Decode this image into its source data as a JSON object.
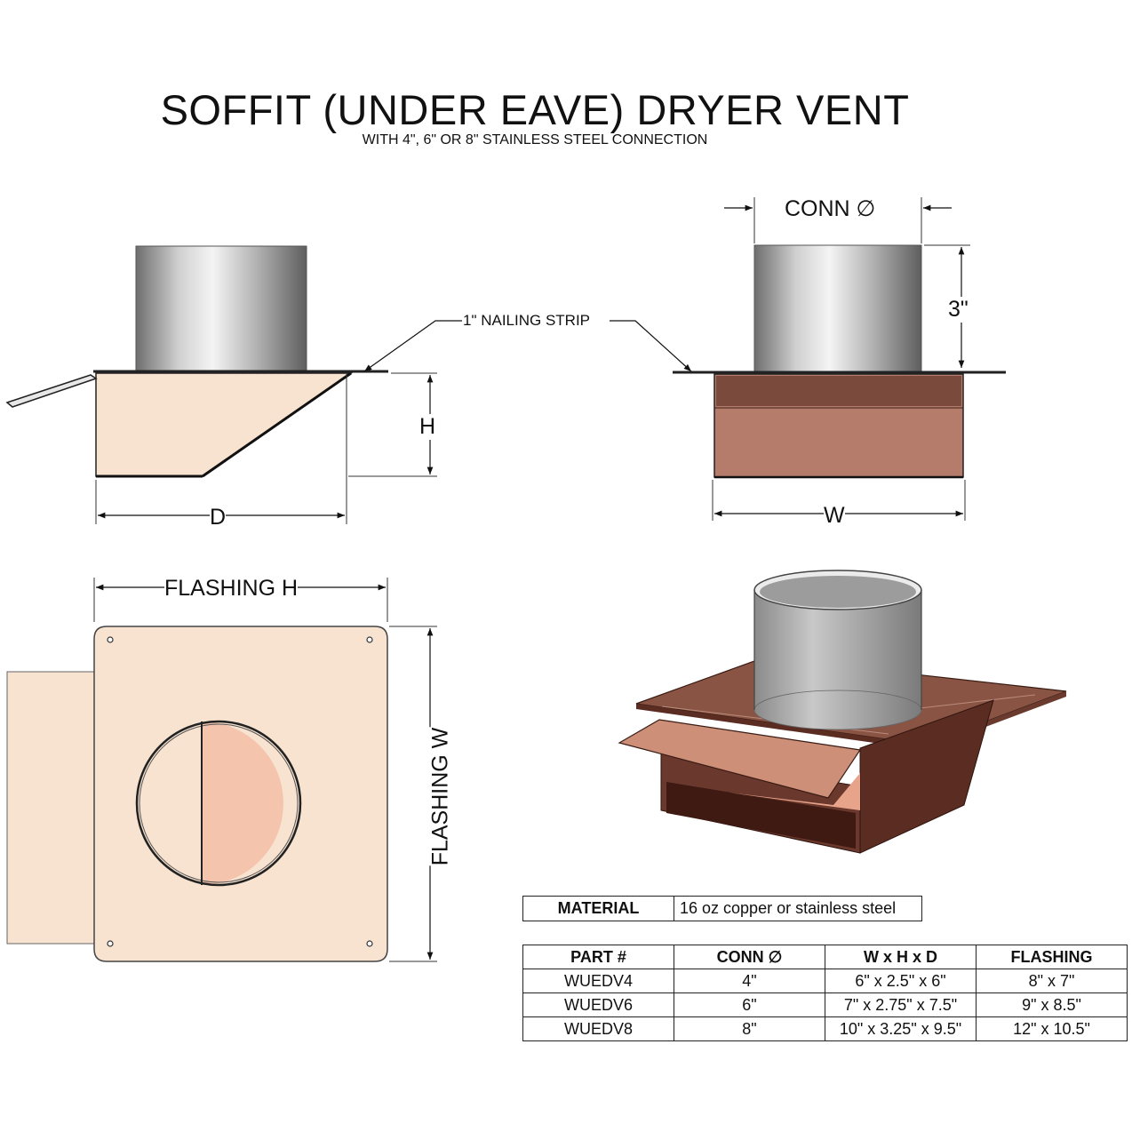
{
  "title": "SOFFIT (UNDER EAVE) DRYER VENT",
  "subtitle": "WITH 4\", 6\" OR 8\" STAINLESS STEEL CONNECTION",
  "labels": {
    "nailing_strip": "1\" NAILING STRIP",
    "conn_dia": "CONN ∅",
    "height_3": "3\"",
    "h": "H",
    "d": "D",
    "w": "W",
    "flashing_h": "FLASHING H",
    "flashing_w": "FLASHING W"
  },
  "colors": {
    "cream": "#f8e3d0",
    "copper_front": "#b57c6c",
    "copper_top": "#7a4a3c",
    "copper_dark": "#5a2c22",
    "copper_light": "#cd8f78",
    "peach": "#f5c4ad",
    "steel": "#b8b8b8"
  },
  "material": {
    "label": "MATERIAL",
    "value": "16 oz copper or stainless steel"
  },
  "parts": {
    "headers": [
      "PART #",
      "CONN ∅",
      "W x H x D",
      "FLASHING"
    ],
    "rows": [
      [
        "WUEDV4",
        "4\"",
        "6\" x 2.5\" x 6\"",
        "8\" x 7\""
      ],
      [
        "WUEDV6",
        "6\"",
        "7\" x 2.75\" x 7.5\"",
        "9\" x 8.5\""
      ],
      [
        "WUEDV8",
        "8\"",
        "10\" x 3.25\" x 9.5\"",
        "12\" x 10.5\""
      ]
    ]
  }
}
